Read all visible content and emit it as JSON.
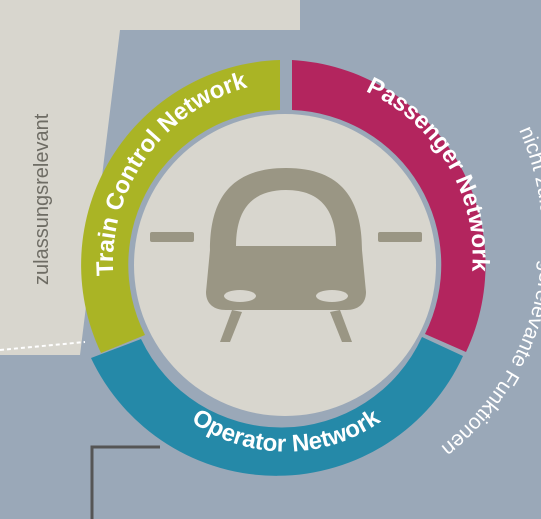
{
  "segments": {
    "train_control": {
      "label": "Train Control Network",
      "color": "#aab425"
    },
    "passenger": {
      "label": "Passenger Network",
      "color": "#b3255e"
    },
    "operator": {
      "label": "Operator Network",
      "color": "#2589a8"
    }
  },
  "zones": {
    "left": {
      "label": "zulassungsrelevant",
      "color": "#d8d6ce"
    },
    "right": {
      "label": "nicht zulassungsrelevante Funktionen",
      "color": "#9aa8b8"
    }
  },
  "center": {
    "icon": "train-front-icon",
    "disc_color": "#d8d6ce",
    "icon_color": "#9a9684"
  },
  "connector": {
    "color": "#555555"
  }
}
